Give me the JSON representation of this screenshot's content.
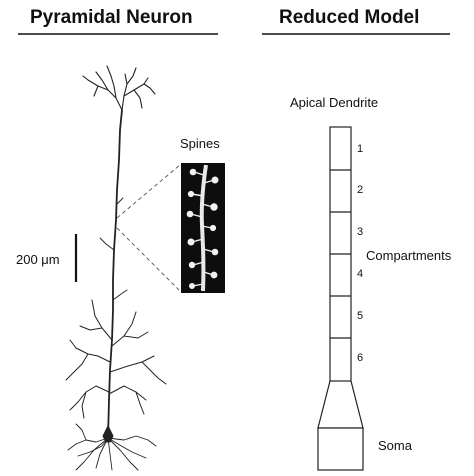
{
  "left_panel": {
    "heading": "Pyramidal Neuron",
    "spines_label": "Spines",
    "scale_bar_label": "200 μm"
  },
  "right_panel": {
    "heading": "Reduced Model",
    "apical_label": "Apical Dendrite",
    "compartments_label": "Compartments",
    "soma_label": "Soma",
    "compartment_numbers": [
      "1",
      "2",
      "3",
      "4",
      "5",
      "6"
    ]
  },
  "colors": {
    "ink": "#111111",
    "spine_background": "#0d0d0d",
    "spine_highlight": "#f2f2f2"
  }
}
